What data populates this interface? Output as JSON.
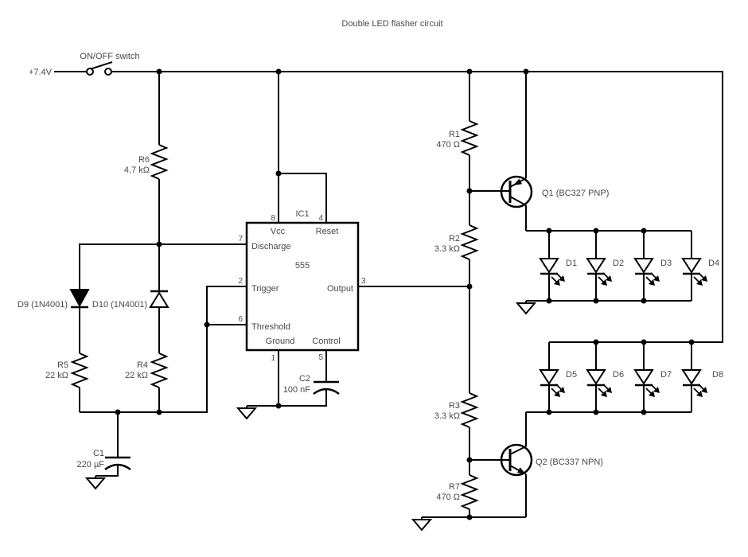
{
  "title": "Double LED flasher circuit",
  "power": {
    "supply_label": "+7.4V",
    "switch_label": "ON/OFF switch"
  },
  "ic1": {
    "ref": "IC1",
    "part": "555",
    "pins": {
      "vcc": {
        "num": "8",
        "name": "Vcc"
      },
      "reset": {
        "num": "4",
        "name": "Reset"
      },
      "discharge": {
        "num": "7",
        "name": "Discharge"
      },
      "trigger": {
        "num": "2",
        "name": "Trigger"
      },
      "threshold": {
        "num": "6",
        "name": "Threshold"
      },
      "output": {
        "num": "3",
        "name": "Output"
      },
      "ground": {
        "num": "1",
        "name": "Ground"
      },
      "control": {
        "num": "5",
        "name": "Control"
      }
    }
  },
  "resistors": {
    "r1": {
      "ref": "R1",
      "value": "470 Ω"
    },
    "r2": {
      "ref": "R2",
      "value": "3.3 kΩ"
    },
    "r3": {
      "ref": "R3",
      "value": "3.3 kΩ"
    },
    "r4": {
      "ref": "R4",
      "value": "22 kΩ"
    },
    "r5": {
      "ref": "R5",
      "value": "22 kΩ"
    },
    "r6": {
      "ref": "R6",
      "value": "4.7 kΩ"
    },
    "r7": {
      "ref": "R7",
      "value": "470 Ω"
    }
  },
  "capacitors": {
    "c1": {
      "ref": "C1",
      "value": "220 µF"
    },
    "c2": {
      "ref": "C2",
      "value": "100 nF"
    }
  },
  "diodes": {
    "d9": "D9 (1N4001)",
    "d10": "D10 (1N4001)"
  },
  "transistors": {
    "q1": "Q1 (BC327 PNP)",
    "q2": "Q2 (BC337 NPN)"
  },
  "leds": {
    "top": [
      "D1",
      "D2",
      "D3",
      "D4"
    ],
    "bottom": [
      "D5",
      "D6",
      "D7",
      "D8"
    ]
  },
  "colors": {
    "wire": "#000000",
    "text": "#4a4a4a",
    "background": "#ffffff"
  }
}
